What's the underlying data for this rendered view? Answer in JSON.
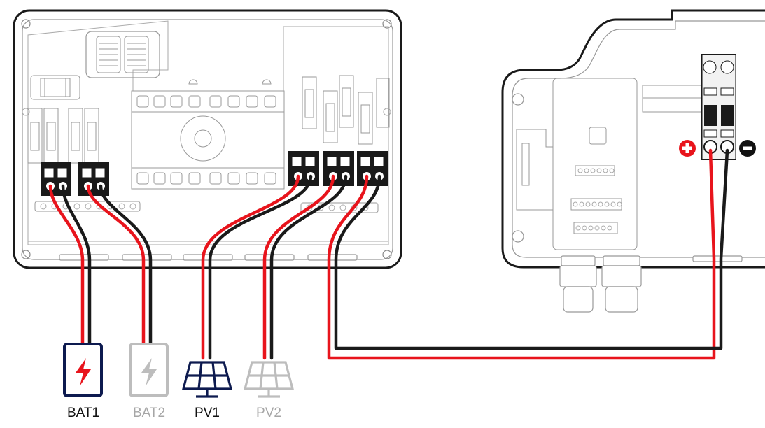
{
  "labels": {
    "bat1": "BAT1",
    "bat2": "BAT2",
    "pv1": "PV1",
    "pv2": "PV2"
  },
  "colors": {
    "positive_wire": "#e8141c",
    "negative_wire": "#1a1a1a",
    "outline": "#1a1a1a",
    "panel_line": "#9a9a9a",
    "active_icon": "#0d1a4f",
    "inactive_icon": "#bdbdbd",
    "bat1_bolt": "#e8141c",
    "plus_badge": "#e8141c",
    "minus_badge": "#111111"
  },
  "icons": {
    "bat1": "battery-icon",
    "bat2": "battery-icon",
    "pv1": "solar-panel-icon",
    "pv2": "solar-panel-icon",
    "plus": "plus-icon",
    "minus": "minus-icon"
  },
  "inputs": [
    {
      "id": "bat1",
      "active": true
    },
    {
      "id": "bat2",
      "active": false
    },
    {
      "id": "pv1",
      "active": true
    },
    {
      "id": "pv2",
      "active": false
    }
  ]
}
